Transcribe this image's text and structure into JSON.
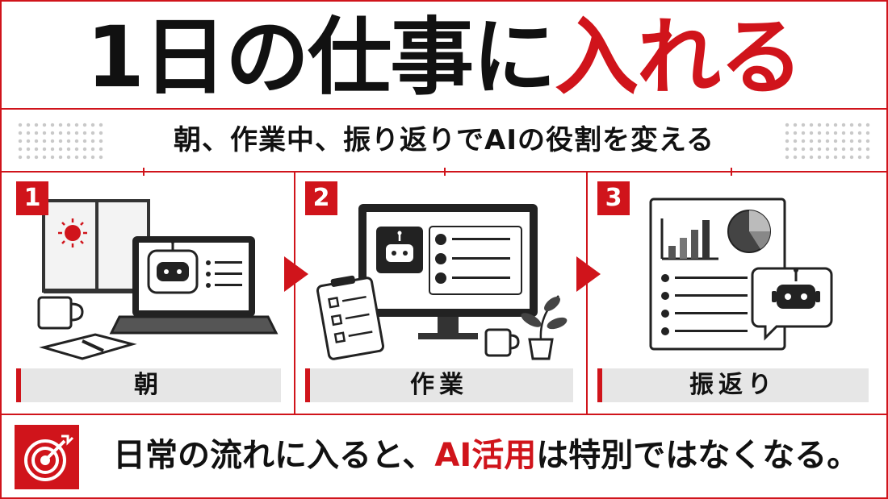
{
  "header": {
    "title_part1": "1日の仕事に",
    "title_part2": "入れる",
    "subtitle": "朝、作業中、振り返りでAIの役割を変える"
  },
  "panels": [
    {
      "number": "1",
      "label": "朝"
    },
    {
      "number": "2",
      "label": "作業"
    },
    {
      "number": "3",
      "label": "振返り"
    }
  ],
  "footer": {
    "text_before": "日常の流れに入ると、",
    "text_highlight": "AI活用",
    "text_after": "は特別ではなくなる。"
  },
  "colors": {
    "accent": "#d0141b",
    "text": "#111111",
    "label_bg": "#e6e6e6"
  },
  "icons": [
    "sun-icon",
    "laptop-icon",
    "robot-icon",
    "coffee-mug-icon",
    "notebook-icon",
    "monitor-icon",
    "clipboard-icon",
    "plant-icon",
    "bar-chart-icon",
    "pie-chart-icon",
    "target-icon"
  ]
}
